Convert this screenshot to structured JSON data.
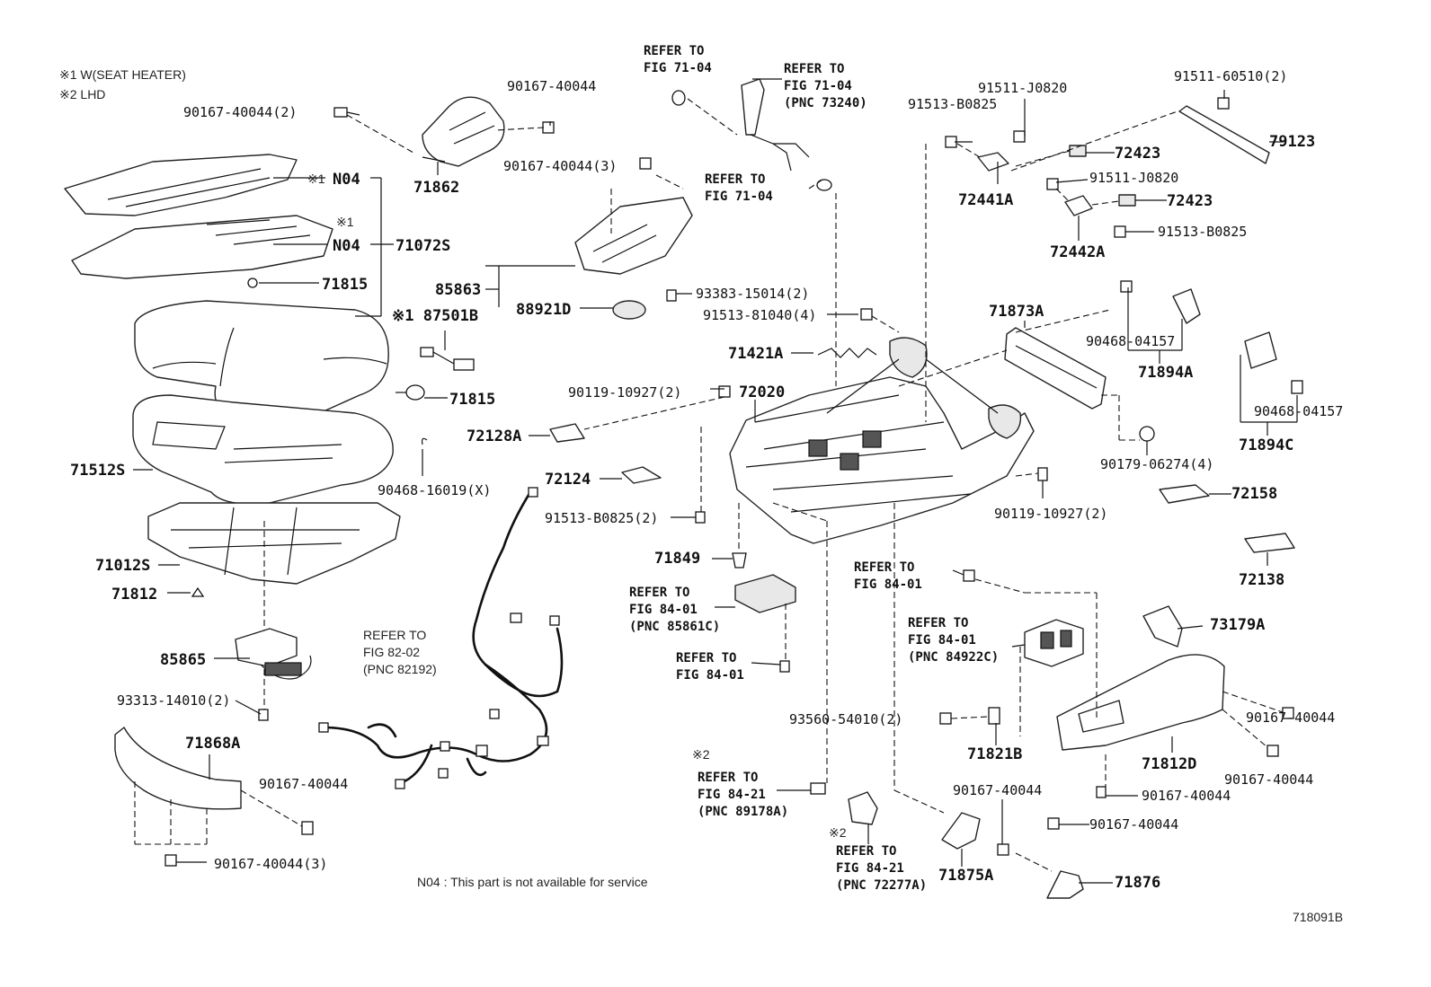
{
  "notes": {
    "note1": "※1  W(SEAT HEATER)",
    "note2": "※2  LHD",
    "n04": "N04 : This part is not available for service",
    "fig_id": "718091B"
  },
  "labels": {
    "p90167_40044_2": "90167-40044(2)",
    "p90167_40044_top": "90167-40044",
    "p90167_40044_3_top": "90167-40044(3)",
    "p71862": "71862",
    "x1a": "※1",
    "n04a": "N04",
    "x1b": "※1",
    "n04b": "N04",
    "p71072s": "71072S",
    "p71815a": "71815",
    "p85863": "85863",
    "p88921d": "88921D",
    "p93383": "93383-15014(2)",
    "p87501b": "※1 87501B",
    "p71815b": "71815",
    "p71512s": "71512S",
    "p90468_16019": "90468-16019(X)",
    "p71012s": "71012S",
    "p71812": "71812",
    "p85865": "85865",
    "p93313": "93313-14010(2)",
    "p71868a": "71868A",
    "p90167_40044_bl": "90167-40044",
    "p90167_40044_3_bl": "90167-40044(3)",
    "ref_82_02_a": "REFER TO",
    "ref_82_02_b": "FIG 82-02",
    "ref_82_02_c": "(PNC 82192)",
    "ref1a": "REFER TO",
    "ref1b": "FIG 71-04",
    "ref2a": "REFER TO",
    "ref2b": "FIG 71-04",
    "ref2c": "(PNC 73240)",
    "ref3a": "REFER TO",
    "ref3b": "FIG 71-04",
    "p91513_81040": "91513-81040(4)",
    "p71421a": "71421A",
    "p90119_10927_a": "90119-10927(2)",
    "p72020": "72020",
    "p72128a": "72128A",
    "p72124": "72124",
    "p91513_b0825_2": "91513-B0825(2)",
    "p71849": "71849",
    "ref4a": "REFER TO",
    "ref4b": "FIG 84-01",
    "ref4c": "(PNC 85861C)",
    "ref5a": "REFER TO",
    "ref5b": "FIG 84-01",
    "x2a": "※2",
    "ref6a": "REFER TO",
    "ref6b": "FIG 84-21",
    "ref6c": "(PNC 89178A)",
    "x2b": "※2",
    "ref7a": "REFER TO",
    "ref7b": "FIG 84-21",
    "ref7c": "(PNC 72277A)",
    "p91511_60510": "91511-60510(2)",
    "p79123": "79123",
    "p91513_b0825_a": "91513-B0825",
    "p91511_j0820_a": "91511-J0820",
    "p72423_a": "72423",
    "p72441a": "72441A",
    "p91511_j0820_b": "91511-J0820",
    "p72423_b": "72423",
    "p72442a": "72442A",
    "p91513_b0825_b": "91513-B0825",
    "p71873a": "71873A",
    "p90468_04157_a": "90468-04157",
    "p71894a": "71894A",
    "p90468_04157_b": "90468-04157",
    "p71894c": "71894C",
    "p90179": "90179-06274(4)",
    "p72158": "72158",
    "p90119_10927_b": "90119-10927(2)",
    "p72138": "72138",
    "ref8a": "REFER TO",
    "ref8b": "FIG 84-01",
    "ref9a": "REFER TO",
    "ref9b": "FIG 84-01",
    "ref9c": "(PNC 84922C)",
    "p73179a": "73179A",
    "p93560": "93560-54010(2)",
    "p71821b": "71821B",
    "p90167_40044_r1": "90167-40044",
    "p71812d": "71812D",
    "p90167_40044_r2": "90167-40044",
    "p90167_40044_r3": "90167-40044",
    "p90167_40044_r4": "90167-40044",
    "p90167_40044_r5": "90167-40044",
    "p71875a": "71875A",
    "p71876": "71876"
  }
}
